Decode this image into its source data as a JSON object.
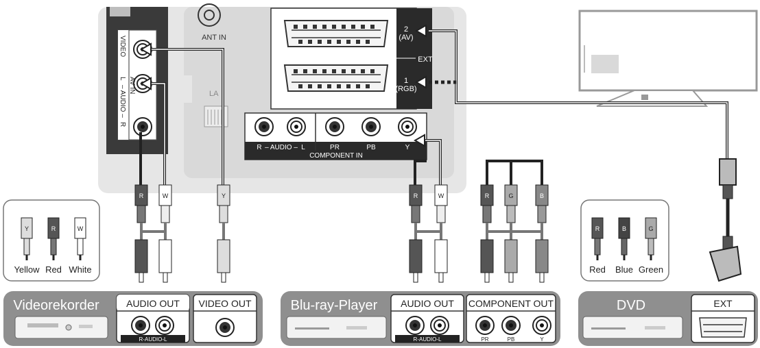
{
  "tv_panel": {
    "ports": {
      "ant_in": "ANT IN",
      "lan": "LA",
      "ext_label": "EXT",
      "scart_2_num": "2",
      "scart_2_type": "(AV)",
      "scart_1_num": "1",
      "scart_1_type": "(RGB)",
      "av_in": "AV IN",
      "video": "VIDEO",
      "audio_vertical": "– AUDIO –",
      "audio_l": "L",
      "audio_r": "R",
      "component_in": "COMPONENT IN",
      "comp_audio": "– AUDIO –",
      "comp_audio_r": "R",
      "comp_audio_l": "L",
      "pr": "PR",
      "pb": "PB",
      "y": "Y"
    }
  },
  "plugs": {
    "w": "W",
    "r": "R",
    "y": "Y",
    "g": "G",
    "b": "B"
  },
  "legend_left": {
    "items": [
      "Yellow",
      "Red",
      "White"
    ],
    "letters": [
      "Y",
      "R",
      "W"
    ]
  },
  "legend_right": {
    "items": [
      "Red",
      "Blue",
      "Green"
    ],
    "letters": [
      "R",
      "B",
      "G"
    ]
  },
  "devices": {
    "vcr": {
      "name": "Videorekorder",
      "audio_out": "AUDIO OUT",
      "audio_sub": "R-AUDIO-L",
      "video_out": "VIDEO OUT"
    },
    "bluray": {
      "name": "Blu-ray-Player",
      "audio_out": "AUDIO OUT",
      "audio_sub": "R-AUDIO-L",
      "component_out": "COMPONENT OUT",
      "pr": "PR",
      "pb": "PB",
      "y": "Y"
    },
    "dvd": {
      "name": "DVD",
      "ext": "EXT"
    }
  },
  "colors": {
    "panel_bg": "#e6e6e6",
    "dark": "#222222",
    "device_bar": "#8f8f8f"
  }
}
